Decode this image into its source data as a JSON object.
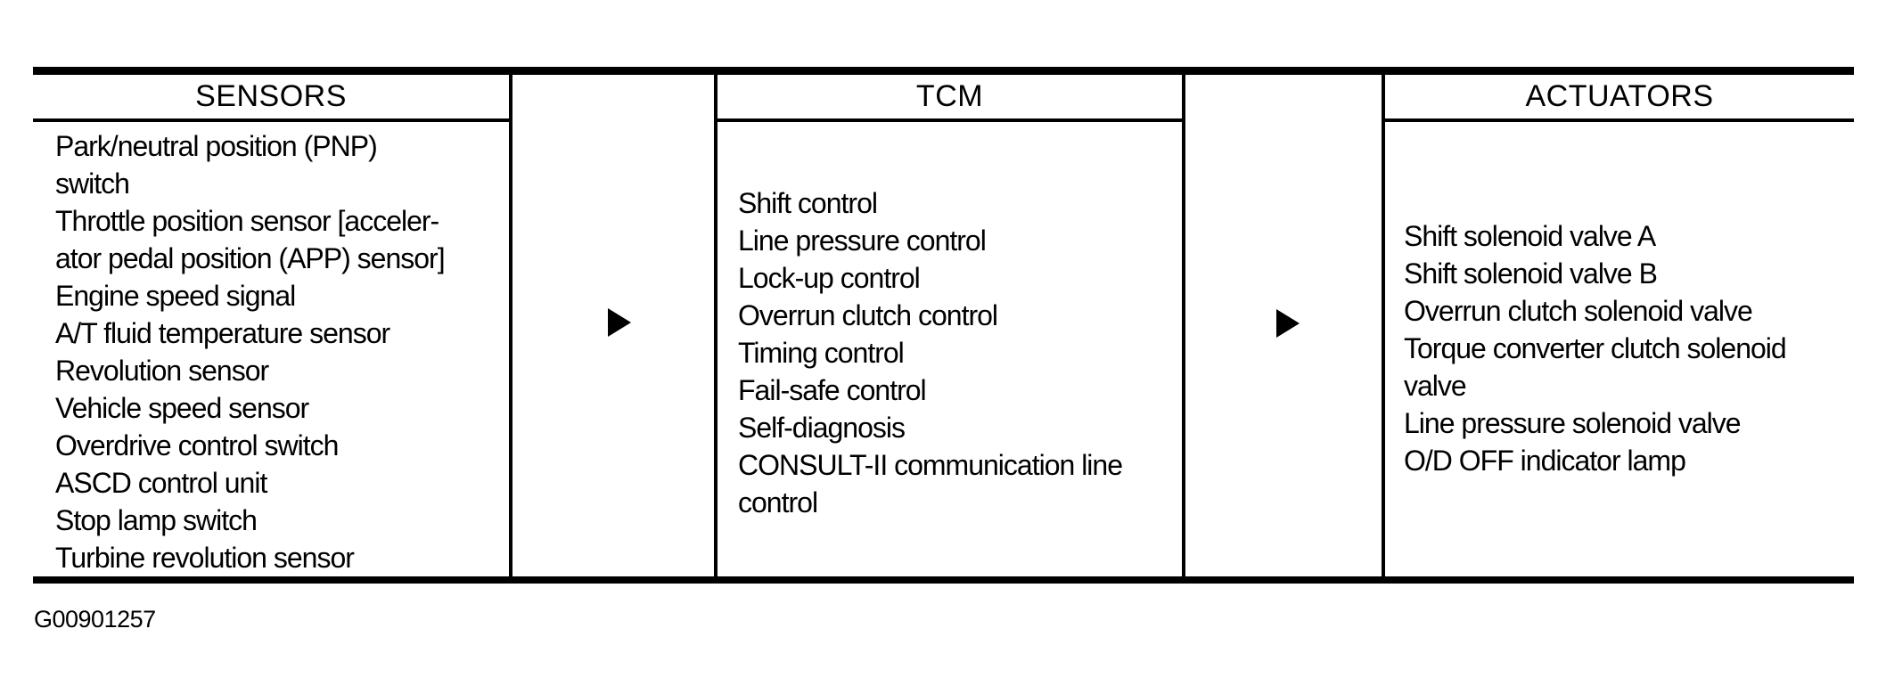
{
  "figure": {
    "description": "TCM function block diagram (scanned service-manual table)",
    "colors": {
      "ink": "#000000",
      "paper": "#ffffff"
    },
    "flow_arrow_icon": "right-triangle",
    "columns": [
      {
        "id": "sensors",
        "header": "SENSORS",
        "items": [
          [
            "Park/neutral position (PNP)",
            "switch"
          ],
          [
            "Throttle position sensor [acceler-",
            "ator pedal position (APP) sensor]"
          ],
          [
            "Engine speed signal"
          ],
          [
            "A/T fluid temperature sensor"
          ],
          [
            "Revolution sensor"
          ],
          [
            "Vehicle speed sensor"
          ],
          [
            "Overdrive control switch"
          ],
          [
            "ASCD control unit"
          ],
          [
            "Stop lamp switch"
          ],
          [
            "Turbine revolution sensor"
          ]
        ]
      },
      {
        "id": "tcm",
        "header": "TCM",
        "items": [
          [
            "Shift control"
          ],
          [
            "Line pressure control"
          ],
          [
            "Lock-up control"
          ],
          [
            "Overrun clutch control"
          ],
          [
            "Timing control"
          ],
          [
            "Fail-safe control"
          ],
          [
            "Self-diagnosis"
          ],
          [
            "CONSULT-II communication line",
            "control"
          ]
        ]
      },
      {
        "id": "actuators",
        "header": "ACTUATORS",
        "items": [
          [
            "Shift solenoid valve A"
          ],
          [
            "Shift solenoid valve B"
          ],
          [
            "Overrun clutch solenoid valve"
          ],
          [
            "Torque converter clutch solenoid",
            "valve"
          ],
          [
            "Line pressure solenoid valve"
          ],
          [
            "O/D OFF indicator lamp"
          ]
        ]
      }
    ],
    "footer_code": "G00901257"
  }
}
